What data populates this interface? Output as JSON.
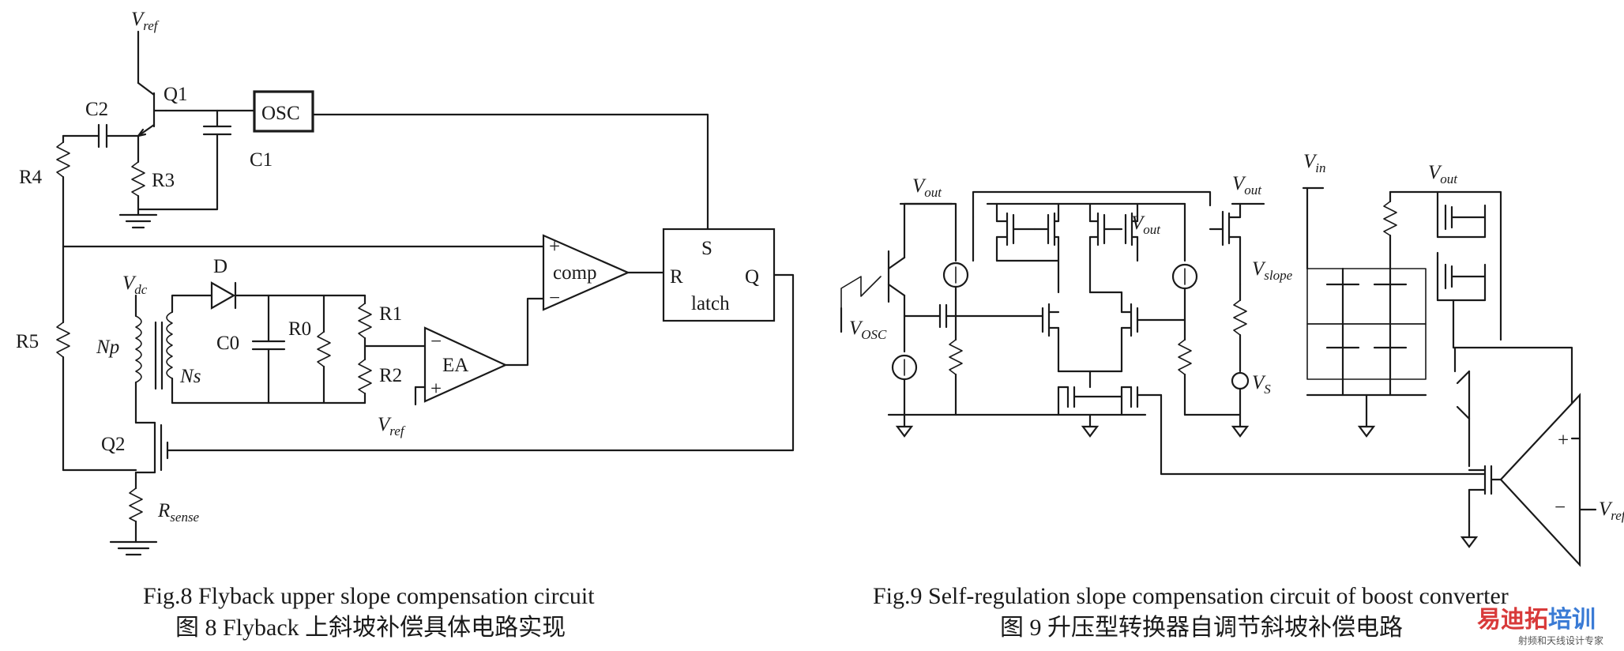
{
  "fig8": {
    "caption_en": "Fig.8 Flyback upper slope compensation circuit",
    "caption_cn": "图 8 Flyback 上斜坡补偿具体电路实现",
    "labels": {
      "vref_top": "V",
      "vref_top_sub": "ref",
      "q1": "Q1",
      "c2": "C2",
      "osc": "OSC",
      "c1": "C1",
      "r4": "R4",
      "r3": "R3",
      "r5": "R5",
      "s": "S",
      "r": "R",
      "q": "Q",
      "latch": "latch",
      "comp": "comp",
      "plus": "+",
      "minus": "−",
      "vdc": "V",
      "vdc_sub": "dc",
      "d": "D",
      "np": "N",
      "np_tail": "p",
      "ns": "N",
      "ns_tail": "s",
      "c0": "C0",
      "r0": "R0",
      "r1": "R1",
      "r2": "R2",
      "ea": "EA",
      "vref_ea": "V",
      "vref_ea_sub": "ref",
      "q2": "Q2",
      "rsense": "R",
      "rsense_sub": "sense"
    }
  },
  "fig9": {
    "caption_en": "Fig.9 Self-regulation slope compensation circuit of boost converter",
    "caption_cn": "图 9 升压型转换器自调节斜坡补偿电路",
    "labels": {
      "vout1": "V",
      "vout1_sub": "out",
      "vout2": "V",
      "vout2_sub": "out",
      "vout3": "V",
      "vout3_sub": "out",
      "vout4": "V",
      "vout4_sub": "out",
      "vosc": "V",
      "vosc_sub": "OSC",
      "vslope": "V",
      "vslope_sub": "slope",
      "vs": "V",
      "vs_sub": "S",
      "vin": "V",
      "vin_sub": "in",
      "plus": "+",
      "minus": "−",
      "vref": "V",
      "vref_sub": "ref"
    }
  },
  "watermark": {
    "brand_part1": "易迪拓",
    "brand_part2": "培训",
    "tagline": "射频和天线设计专家",
    "brand_part1_color": "#d83a3a",
    "brand_part2_color": "#3a7bd5"
  }
}
